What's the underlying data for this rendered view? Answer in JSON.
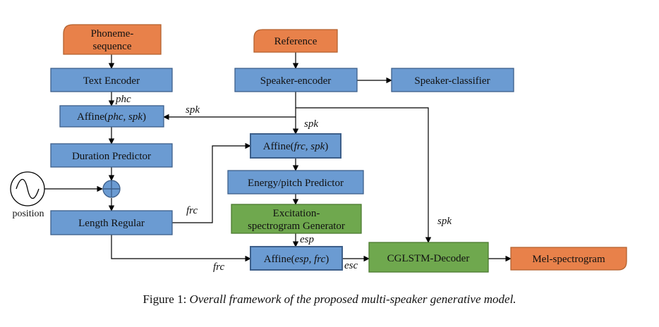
{
  "colors": {
    "blue_fill": "#6b9bd2",
    "blue_stroke": "#3d5f8a",
    "green_fill": "#6fa84e",
    "green_stroke": "#4b7a31",
    "orange_fill": "#e8814a",
    "orange_stroke": "#b3622f",
    "edge": "#000000"
  },
  "nodes": {
    "phoneme": {
      "line1": "Phoneme-",
      "line2": "sequence"
    },
    "reference": {
      "label": "Reference"
    },
    "text_encoder": {
      "label": "Text Encoder"
    },
    "speaker_encoder": {
      "label": "Speaker-encoder"
    },
    "speaker_classifier": {
      "label": "Speaker-classifier"
    },
    "affine_phc": {
      "prefix": "Affine(",
      "args": "phc, spk",
      "suffix": ")"
    },
    "affine_frc": {
      "prefix": "Affine(",
      "args": "frc, spk",
      "suffix": ")"
    },
    "duration_predictor": {
      "label": "Duration Predictor"
    },
    "energy_pitch": {
      "label": "Energy/pitch Predictor"
    },
    "excitation": {
      "line1": "Excitation-",
      "line2": "spectrogram Generator"
    },
    "length_regular": {
      "label": "Length Regular"
    },
    "affine_esp": {
      "prefix": "Affine(",
      "args": "esp, frc",
      "suffix": ")"
    },
    "cglstm": {
      "label": "CGLSTM-Decoder"
    },
    "mel": {
      "label": "Mel-spectrogram"
    },
    "position": {
      "label": "position"
    }
  },
  "edge_labels": {
    "phc": "phc",
    "spk_left": "spk",
    "spk_mid": "spk",
    "spk_right": "spk",
    "frc_top": "frc",
    "frc_bottom": "frc",
    "esp": "esp",
    "esc": "esc"
  },
  "caption": {
    "prefix": "Figure 1: ",
    "text": "Overall framework of the proposed multi-speaker generative model."
  }
}
